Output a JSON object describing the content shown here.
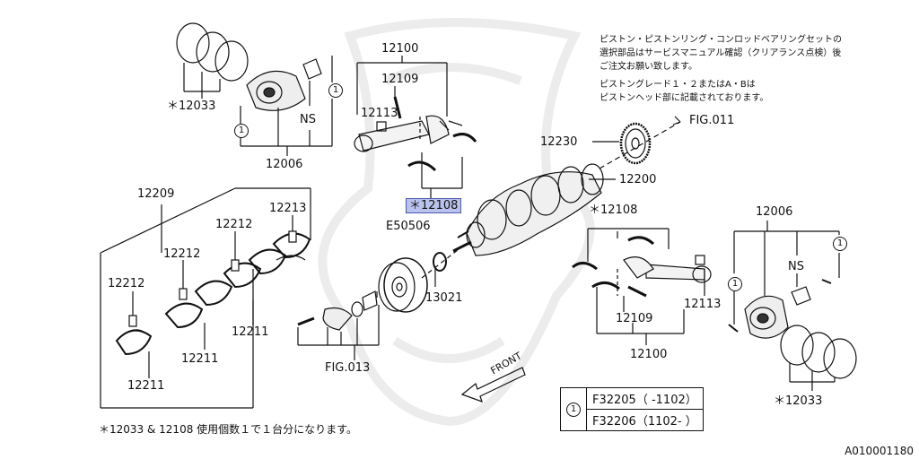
{
  "notes": {
    "line1": "ピストン・ピストンリング・コンロッドベアリングセットの",
    "line2": "選択部品はサービスマニュアル確認（クリアランス点検）後",
    "line3": "ご注文お願い致します。",
    "line4": "ピストングレード１・２またはA・Bは",
    "line5": "ピストンヘッド部に記載されております。"
  },
  "labels": {
    "p12100_top": "12100",
    "p12109_top": "12109",
    "p12113_top": "12113",
    "p12033_top": "＊12033",
    "ns_top": "NS",
    "p12006_top": "12006",
    "p12108_hl": "＊12108",
    "e50506": "E50506",
    "fig011": "FIG.011",
    "p12230": "12230",
    "p12200": "12200",
    "p12108_r": "＊12108",
    "p12006_r": "12006",
    "ns_r": "NS",
    "p12209": "12209",
    "p12212_a": "12212",
    "p12213": "12213",
    "p12212_b": "12212",
    "p12212_c": "12212",
    "p13021": "13021",
    "p12109_r": "12109",
    "p12113_r": "12113",
    "p12211_a": "12211",
    "p12211_b": "12211",
    "p12211_c": "12211",
    "fig013": "FIG.013",
    "p12100_r": "12100",
    "front": "FRONT",
    "p12033_r": "＊12033"
  },
  "callout": "1",
  "legend": {
    "symbol": "1",
    "rows": [
      "F32205（ -1102）",
      "F32206（1102- ）"
    ]
  },
  "footnote": "＊12033 & 12108 使用個数１で１台分になります。",
  "code": "A010001180",
  "colors": {
    "highlight": "#b9c2ec",
    "line": "#111111"
  }
}
